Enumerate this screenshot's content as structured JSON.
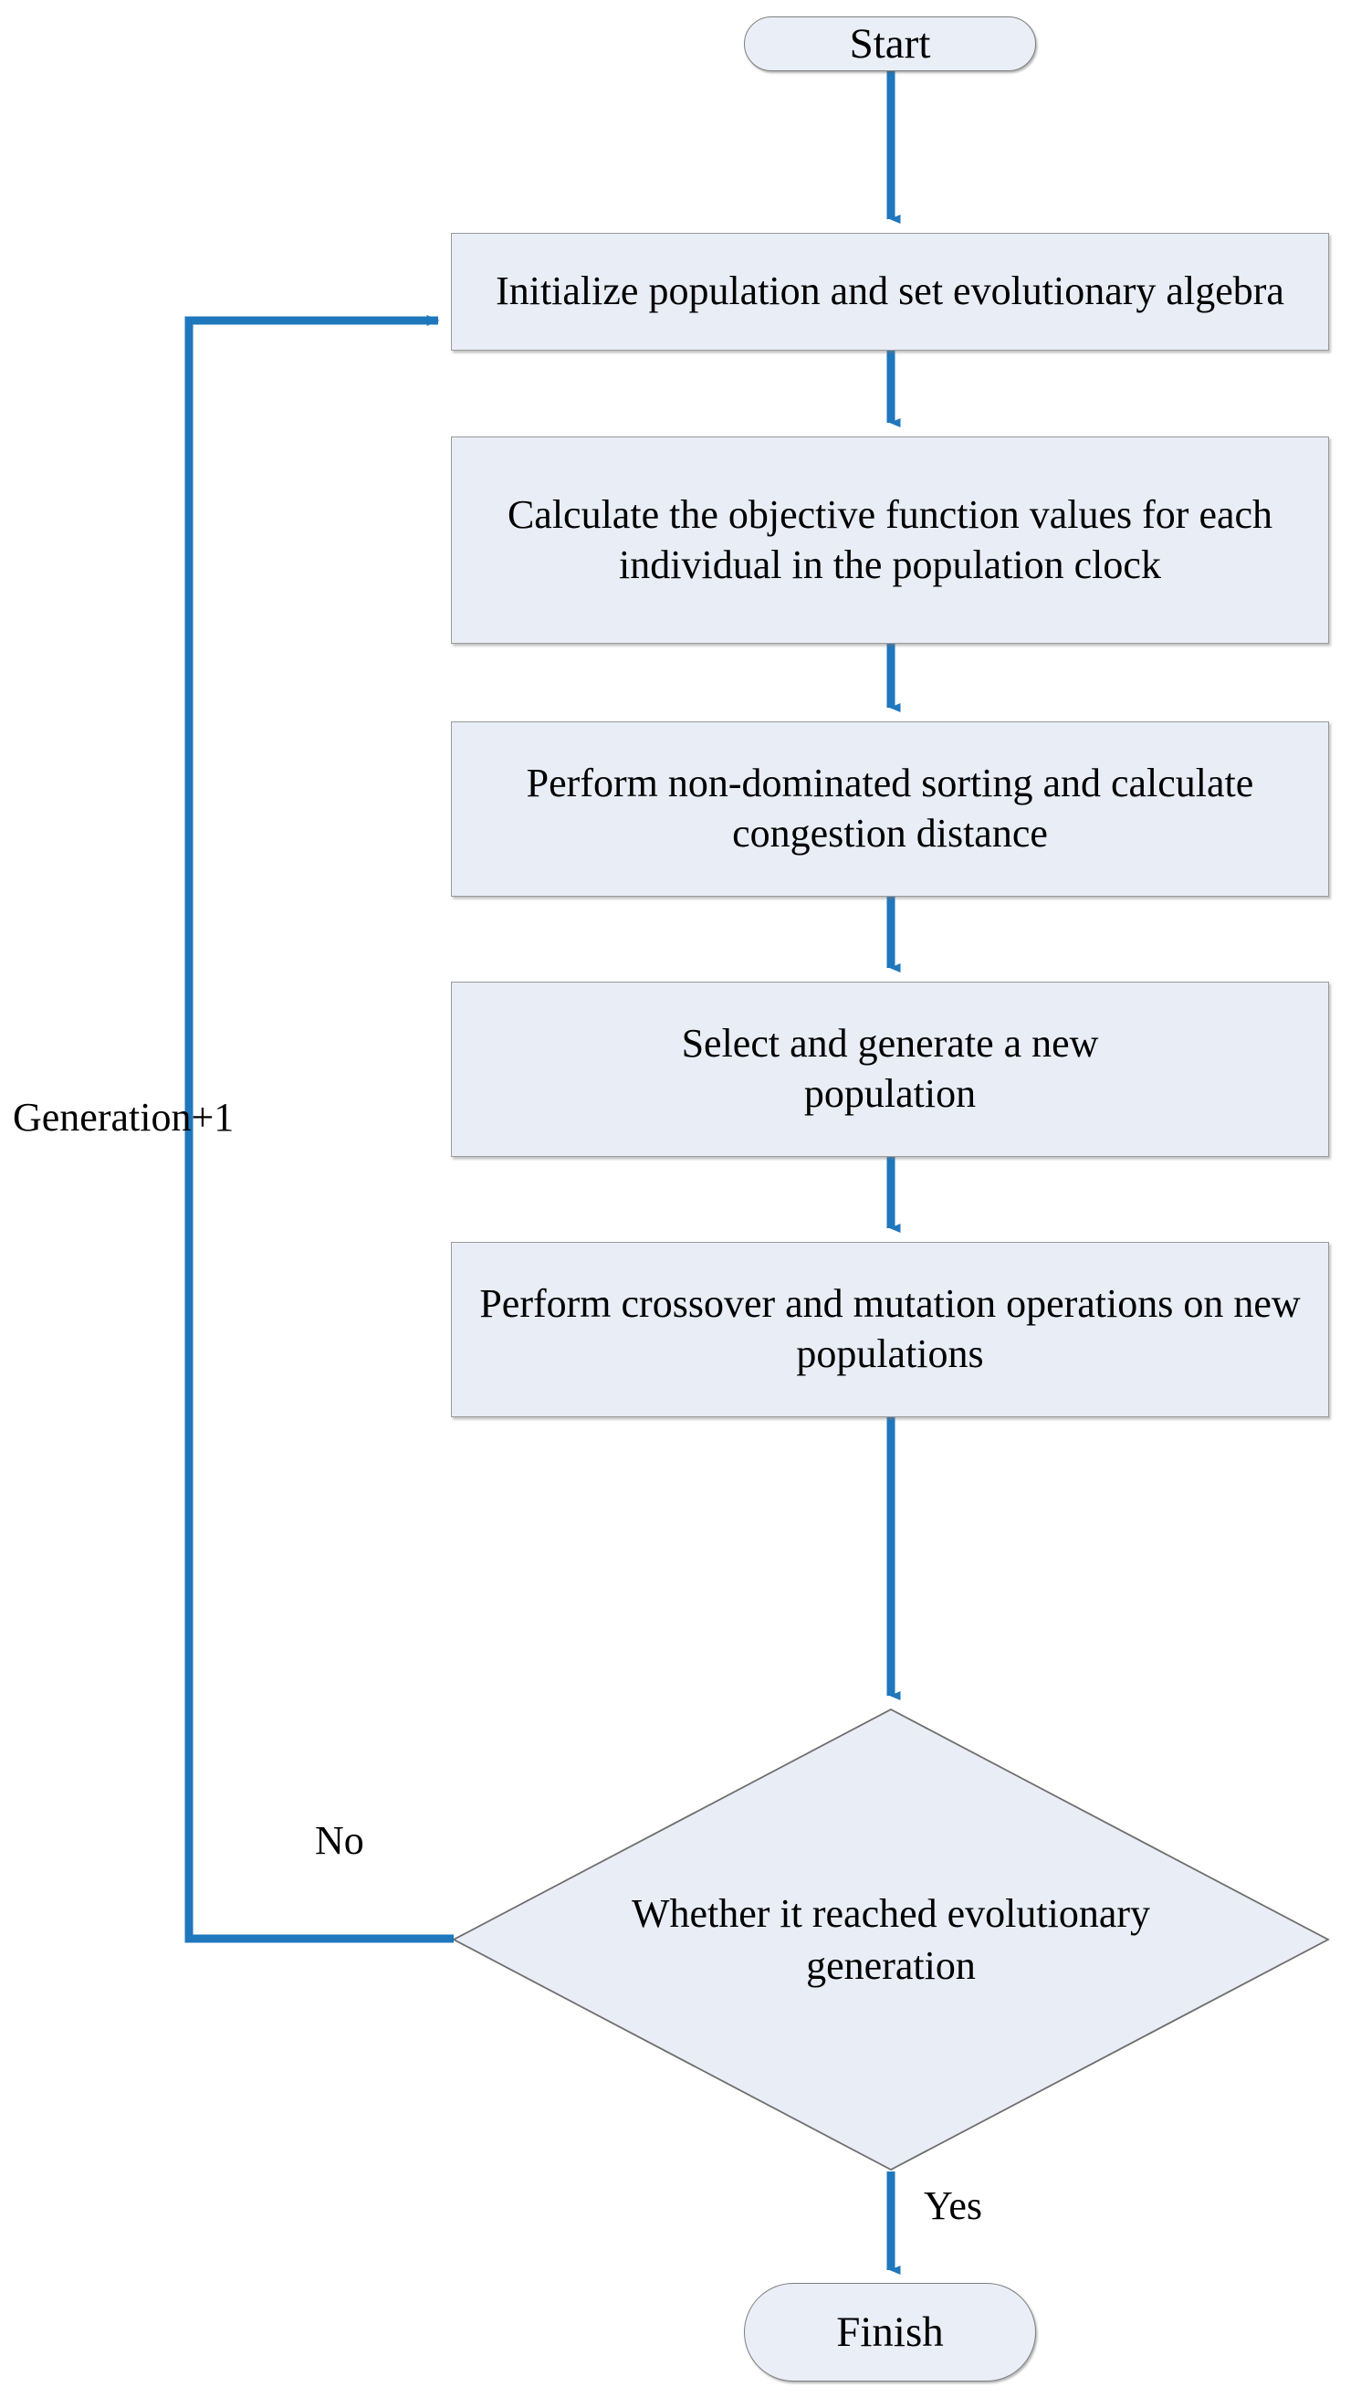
{
  "diagram": {
    "title": "NSGA-II multi-objective genetic algorithm flowchart",
    "colors": {
      "node_fill": "#E8EDF6",
      "node_border": "#9A9A9A",
      "terminator_border": "#808080",
      "arrow": "#1F77BC",
      "text": "#000000",
      "background": "#FFFFFF"
    },
    "nodes": {
      "start": {
        "label": "Start",
        "shape": "terminator"
      },
      "initialize": {
        "label": "Initialize population and set evolutionary algebra",
        "shape": "process"
      },
      "calculate": {
        "label": "Calculate the objective function values for each individual in the population clock",
        "shape": "process"
      },
      "sorting": {
        "label": "Perform non-dominated sorting and calculate congestion distance",
        "shape": "process"
      },
      "select": {
        "label": "Select and generate a new population",
        "shape": "process"
      },
      "crossover": {
        "label": "Perform crossover and mutation operations on new populations",
        "shape": "process"
      },
      "decision": {
        "label": "Whether it reached evolutionary generation",
        "shape": "decision"
      },
      "finish": {
        "label": "Finish",
        "shape": "terminator"
      }
    },
    "edge_labels": {
      "generation_increment": "Generation+1",
      "no": "No",
      "yes": "Yes"
    }
  }
}
